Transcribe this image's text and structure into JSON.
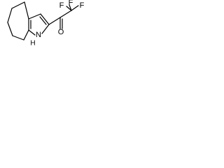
{
  "structure": {
    "atoms": {
      "f_top_left": "F",
      "f_top_right": "F",
      "f_left": "F",
      "carbonyl_oxygen": "O",
      "nitrogen": "N",
      "nitrogen_hydrogen": "H"
    }
  }
}
